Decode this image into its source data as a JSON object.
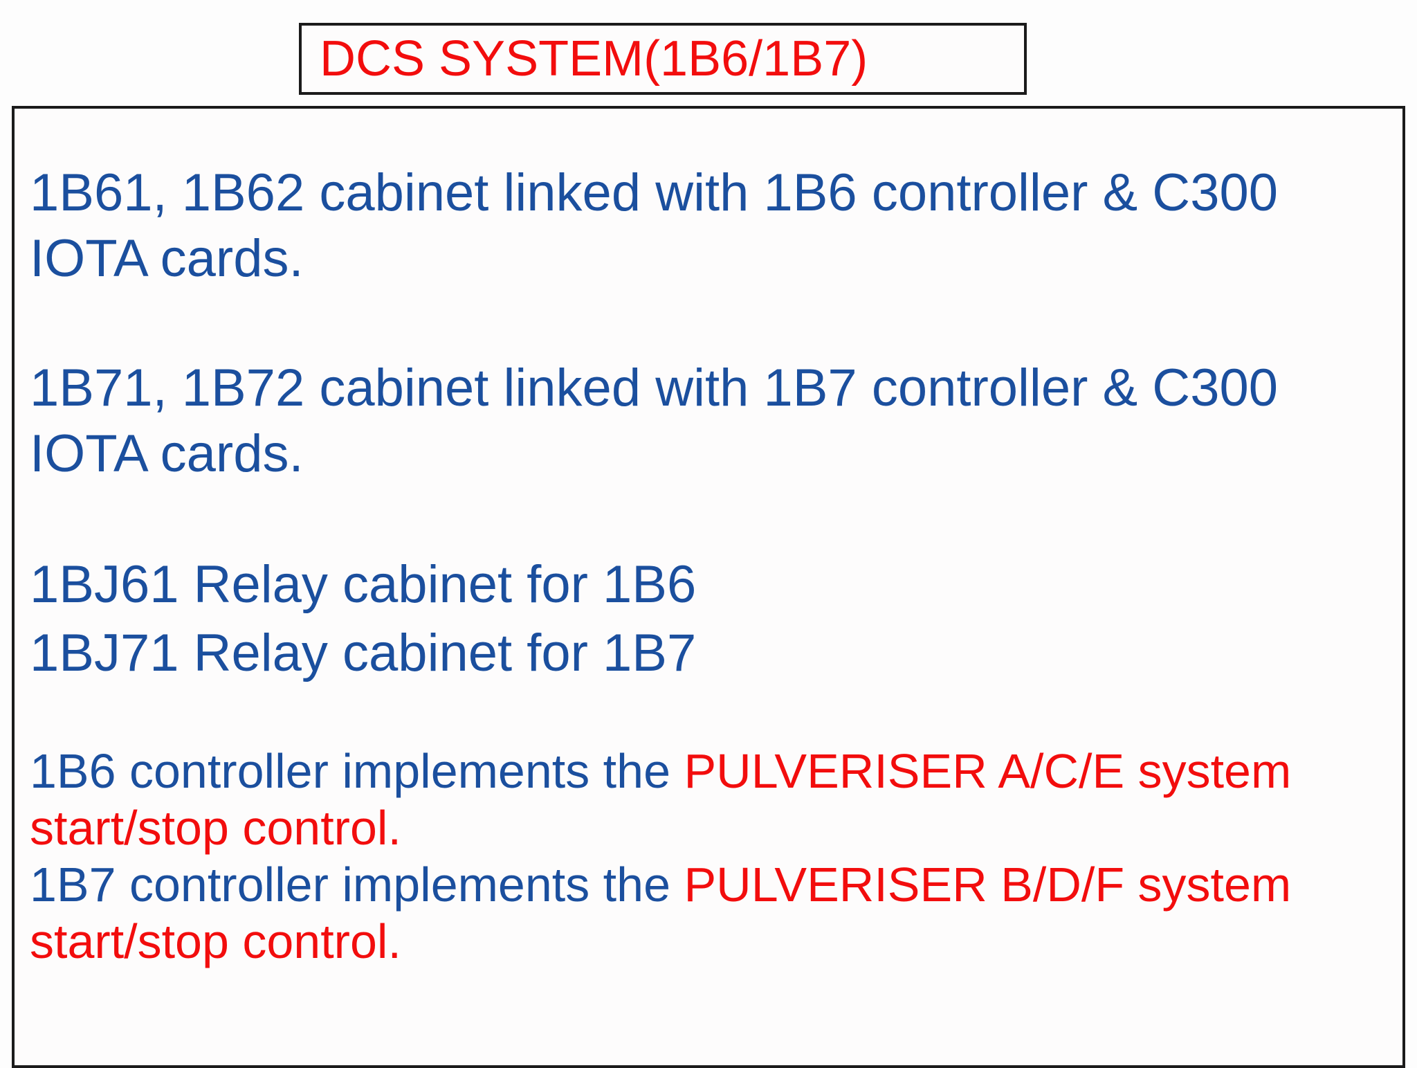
{
  "slide": {
    "title": "DCS SYSTEM(1B6/1B7)",
    "colors": {
      "text_blue": "#1b4f9e",
      "text_red": "#f20d0d",
      "box_border": "#1b1b1b",
      "background": "#fdfdfd"
    },
    "body": {
      "para1": {
        "line1": "1B61, 1B62 cabinet linked with 1B6 controller & C300",
        "line2": "IOTA cards."
      },
      "para2": {
        "line1": "1B71, 1B72 cabinet linked with 1B7 controller & C300",
        "line2": "IOTA cards."
      },
      "para3": {
        "line1": "1BJ61 Relay cabinet for 1B6",
        "line2": "1BJ71 Relay cabinet for 1B7"
      },
      "para4": {
        "line1_blue": "1B6 controller implements the ",
        "line1_red": "PULVERISER A/C/E system",
        "line2_red": "start/stop control.",
        "line3_blue": "1B7 controller implements the ",
        "line3_red": "PULVERISER B/D/F system",
        "line4_red": "start/stop control."
      }
    }
  }
}
